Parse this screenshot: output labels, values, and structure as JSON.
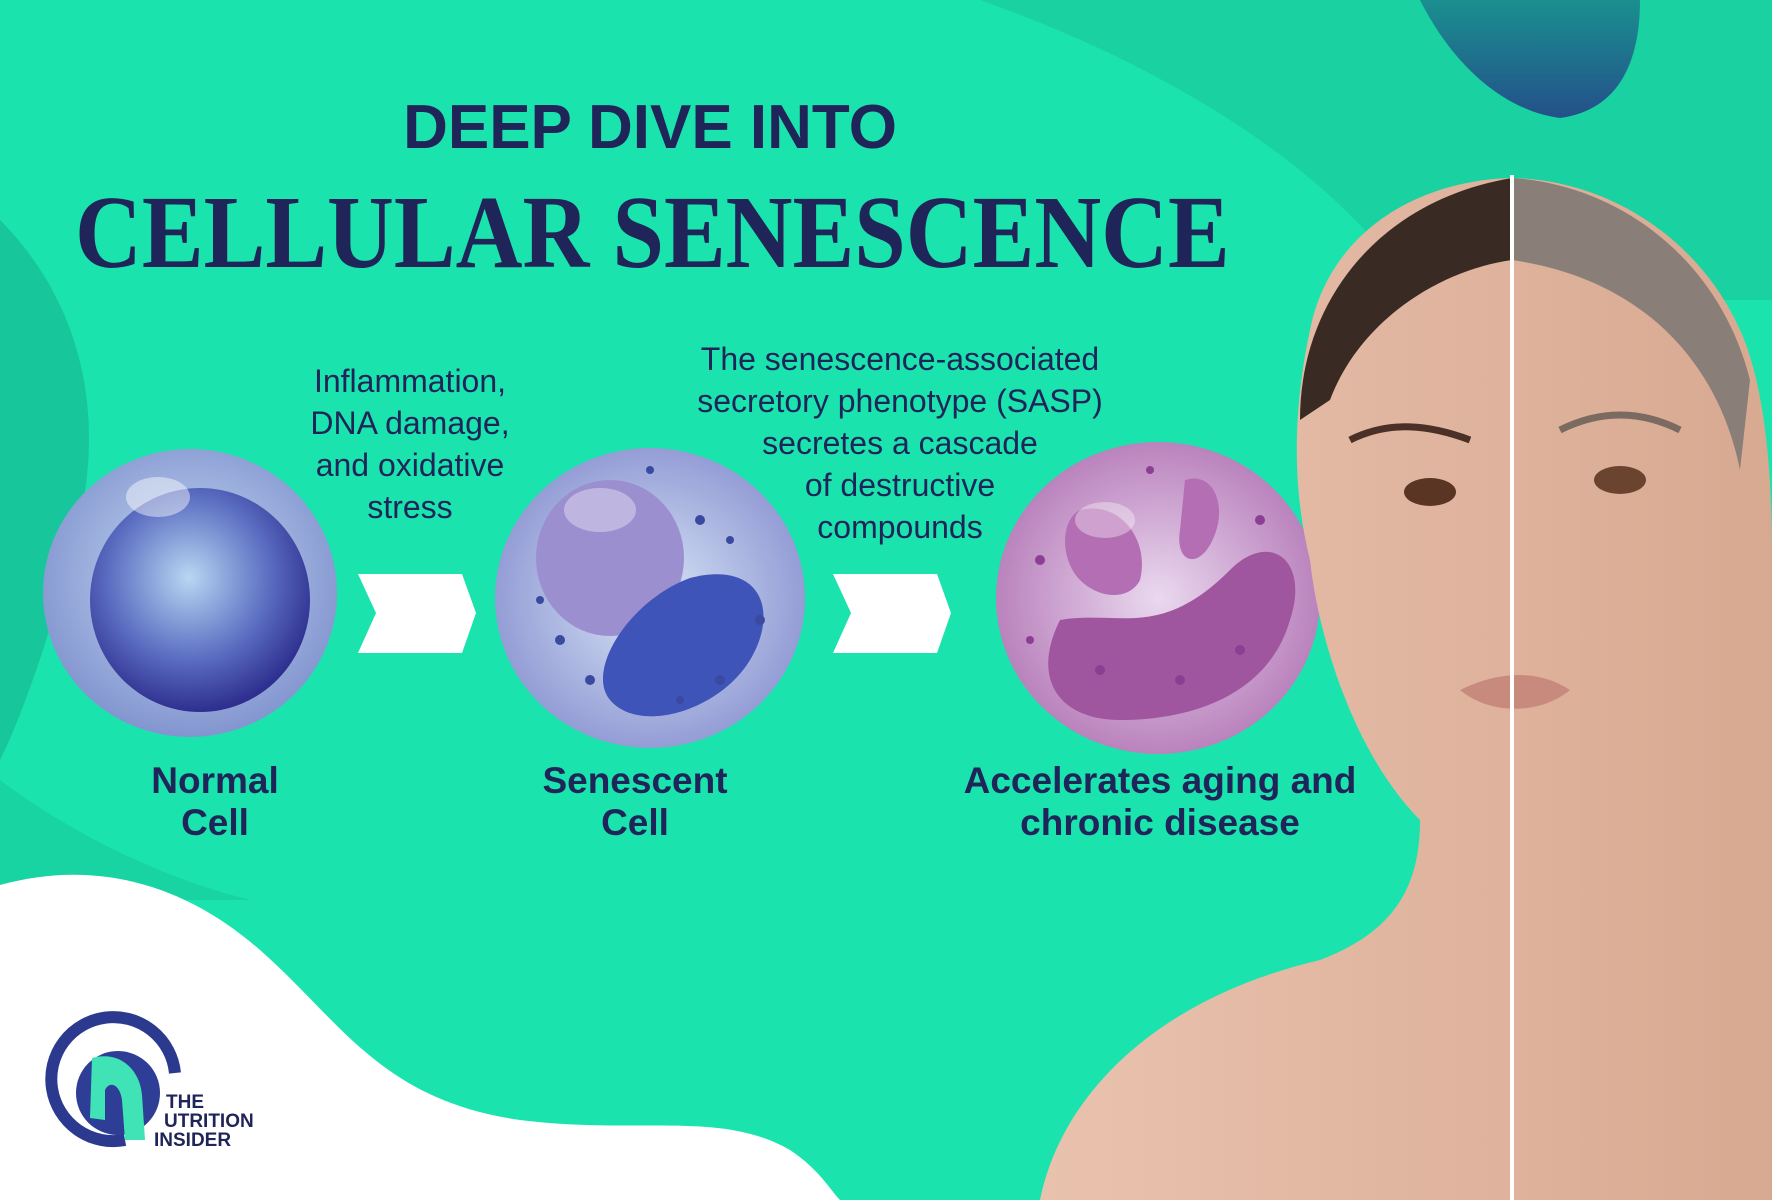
{
  "header": {
    "kicker": "DEEP DIVE INTO",
    "title": "CELLULAR SENESCENCE"
  },
  "steps": [
    {
      "label_lines": [
        "Normal",
        "Cell"
      ]
    },
    {
      "label_lines": [
        "Senescent",
        "Cell"
      ]
    },
    {
      "label_lines": [
        "Accelerates aging and",
        "chronic disease"
      ]
    }
  ],
  "transitions": [
    {
      "lines": [
        "Inflammation,",
        "DNA damage,",
        "and oxidative",
        "stress"
      ]
    },
    {
      "lines": [
        "The senescence-associated",
        "secretory phenotype (SASP)",
        "secretes a cascade",
        "of destructive",
        "compounds"
      ]
    }
  ],
  "logo": {
    "lines": [
      "THE",
      "UTRITION",
      "INSIDER"
    ],
    "letter": "n"
  },
  "colors": {
    "background": "#1be3ad",
    "navy": "#1f2559",
    "dark_teal": "#1a9f98",
    "white": "#ffffff"
  }
}
